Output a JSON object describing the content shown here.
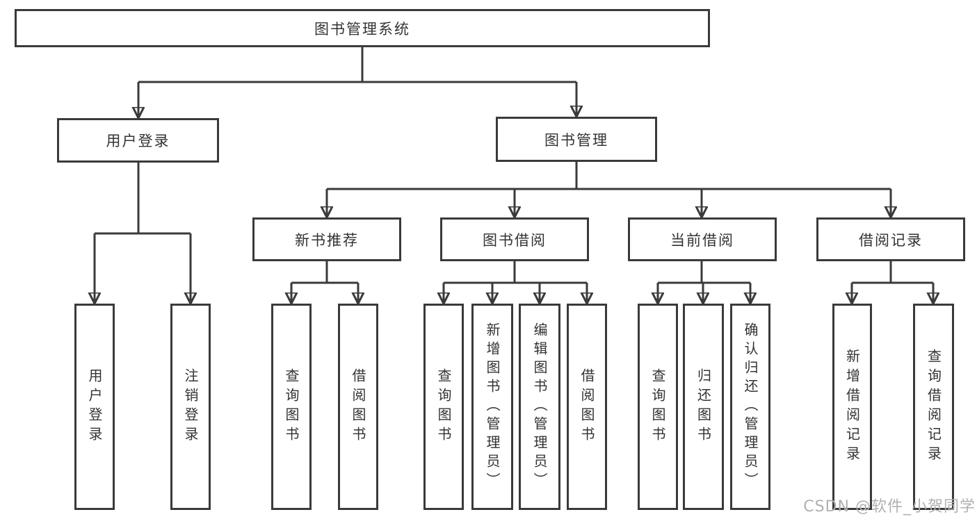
{
  "diagram": {
    "root": "图书管理系统",
    "login_branch": {
      "label": "用户登录",
      "leaves": [
        "用户登录",
        "注销登录"
      ]
    },
    "mgmt_branch": {
      "label": "图书管理",
      "groups": [
        {
          "label": "新书推荐",
          "leaves": [
            "查询图书",
            "借阅图书"
          ]
        },
        {
          "label": "图书借阅",
          "leaves": [
            "查询图书",
            "新增图书（管理员）",
            "编辑图书（管理员）",
            "借阅图书"
          ]
        },
        {
          "label": "当前借阅",
          "leaves": [
            "查询图书",
            "归还图书",
            "确认归还（管理员）"
          ]
        },
        {
          "label": "借阅记录",
          "leaves": [
            "新增借阅记录",
            "查询借阅记录"
          ]
        }
      ]
    }
  },
  "watermark": "CSDN @软件_小贺同学",
  "colors": {
    "line": "#3a3a3a",
    "text": "#333333",
    "watermark": "#b0b0b0",
    "background": "#ffffff"
  }
}
